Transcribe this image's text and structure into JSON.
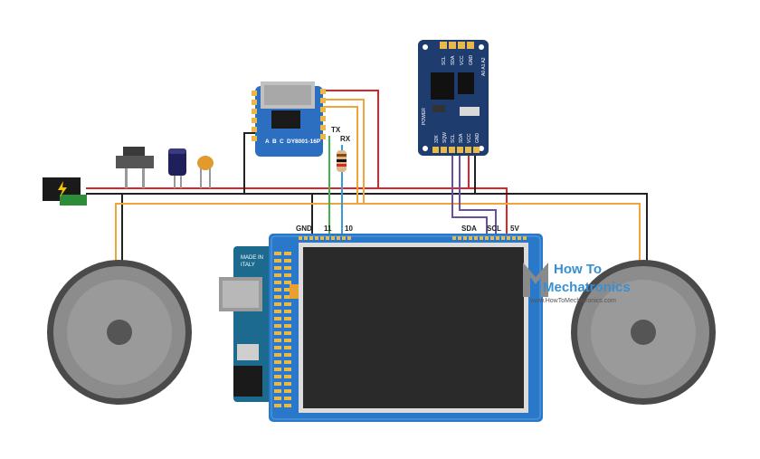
{
  "mp3_module": {
    "model": "DY8001-16P",
    "pins": [
      "A",
      "B",
      "C"
    ]
  },
  "rtc_module": {
    "top_pins": [
      "SCL",
      "SDA",
      "VCC",
      "GND"
    ],
    "bottom_pins": [
      "32K",
      "SQW",
      "SCL",
      "SDA",
      "VCC",
      "GND"
    ],
    "power_label": "POWER",
    "address_label": "A0 A1 A2"
  },
  "labels": {
    "tx": "TX",
    "rx": "RX",
    "gnd": "GND",
    "pin11": "11",
    "pin10": "10",
    "sda": "SDA",
    "scl": "SCL",
    "v5": "5V"
  },
  "arduino": {
    "made_in": "MADE IN",
    "country": "ITALY"
  },
  "branding": {
    "how_to": "How To",
    "mechatronics": "Mechatronics",
    "site": "www.HowToMechatronics.com"
  },
  "colors": {
    "wire_red": "#d9262b",
    "wire_black": "#222222",
    "wire_orange": "#f0a43a",
    "wire_blue": "#3a9ad9",
    "wire_green": "#3db34a",
    "wire_purple": "#6a4fa0",
    "module_blue": "#2c6fc0",
    "rtc_navy": "#1e3c6e",
    "speaker_gray": "#4a4a4a"
  }
}
